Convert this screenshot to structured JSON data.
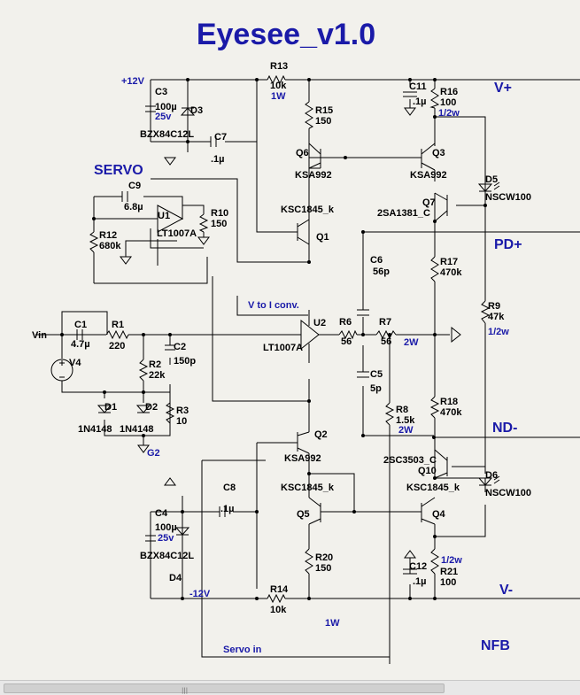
{
  "title": "Eyesee_v1.0",
  "nets": {
    "vp": "V+",
    "pdp": "PD+",
    "ndm": "ND-",
    "vm": "V-",
    "nfb": "NFB",
    "servo": "SERVO",
    "p12": "+12V",
    "m12": "-12V",
    "servo_in": "Servo in",
    "vtoi": "V to I conv.",
    "vin": "Vin",
    "g2": "G2"
  },
  "parts": [
    {
      "name": "R13",
      "value": "10k",
      "extra": "1W"
    },
    {
      "name": "R16",
      "value": "100",
      "extra": "1/2w"
    },
    {
      "name": "C11",
      "value": ".1µ"
    },
    {
      "name": "C3",
      "value": "100µ",
      "extra": "25v"
    },
    {
      "name": "D3",
      "value": "BZX84C12L"
    },
    {
      "name": "R15",
      "value": "150"
    },
    {
      "name": "C7",
      "value": ".1µ"
    },
    {
      "name": "Q6",
      "value": "KSA992"
    },
    {
      "name": "Q3",
      "value": "KSA992"
    },
    {
      "name": "C9",
      "value": "6.8µ"
    },
    {
      "name": "U1",
      "value": "LT1007A"
    },
    {
      "name": "R10",
      "value": "150"
    },
    {
      "name": "R12",
      "value": "680k"
    },
    {
      "name": "D5",
      "value": "NSCW100"
    },
    {
      "name": "Q7",
      "value": "2SA1381_C"
    },
    {
      "name": "Q1",
      "value": "KSC1845_k"
    },
    {
      "name": "C6",
      "value": "56p"
    },
    {
      "name": "R17",
      "value": "470k"
    },
    {
      "name": "R9",
      "value": "47k",
      "extra": "1/2w"
    },
    {
      "name": "C1",
      "value": "4.7µ"
    },
    {
      "name": "R1",
      "value": "220"
    },
    {
      "name": "V4",
      "value": ""
    },
    {
      "name": "C2",
      "value": "150p"
    },
    {
      "name": "U2",
      "value": "LT1007A"
    },
    {
      "name": "R6",
      "value": "56"
    },
    {
      "name": "R7",
      "value": "56",
      "extra": "2W"
    },
    {
      "name": "R2",
      "value": "22k"
    },
    {
      "name": "C5",
      "value": "5p"
    },
    {
      "name": "D1",
      "value": "1N4148"
    },
    {
      "name": "D2",
      "value": "1N4148"
    },
    {
      "name": "R3",
      "value": "10"
    },
    {
      "name": "R8",
      "value": "1.5k",
      "extra": "2W"
    },
    {
      "name": "R18",
      "value": "470k"
    },
    {
      "name": "Q2",
      "value": "KSA992"
    },
    {
      "name": "Q10",
      "value": "2SC3503_C"
    },
    {
      "name": "D6",
      "value": "NSCW100"
    },
    {
      "name": "Q5",
      "value": "KSC1845_k"
    },
    {
      "name": "Q4",
      "value": "KSC1845_k"
    },
    {
      "name": "C8",
      "value": ".1µ"
    },
    {
      "name": "C4",
      "value": "100µ",
      "extra": "25v"
    },
    {
      "name": "D4",
      "value": "BZX84C12L"
    },
    {
      "name": "R20",
      "value": "150"
    },
    {
      "name": "C12",
      "value": ".1µ"
    },
    {
      "name": "R21",
      "value": "100",
      "extra": "1/2w"
    },
    {
      "name": "R14",
      "value": "10k",
      "extra": "1W"
    }
  ]
}
